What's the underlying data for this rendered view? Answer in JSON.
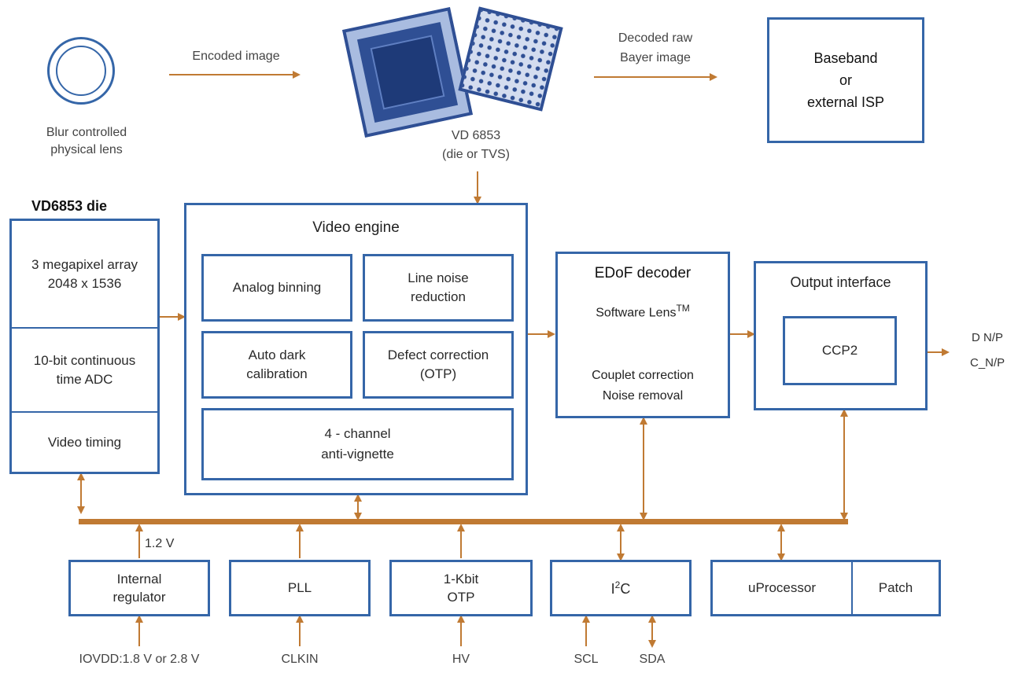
{
  "top": {
    "lens_label": "Blur controlled physical lens",
    "encoded_label": "Encoded image",
    "chip_label_1": "VD 6853",
    "chip_label_2": "(die or TVS)",
    "decoded_label_1": "Decoded raw",
    "decoded_label_2": "Bayer image",
    "baseband_1": "Baseband",
    "baseband_2": "or",
    "baseband_3": "external ISP"
  },
  "die": {
    "title": "VD6853 die",
    "array_1": "3 megapixel array",
    "array_2": "2048 x 1536",
    "adc_1": "10-bit continuous",
    "adc_2": "time ADC",
    "timing": "Video timing"
  },
  "video_engine": {
    "title": "Video engine",
    "analog": "Analog binning",
    "line_noise_1": "Line noise",
    "line_noise_2": "reduction",
    "auto_dark_1": "Auto dark",
    "auto_dark_2": "calibration",
    "defect_1": "Defect correction",
    "defect_2": "(OTP)",
    "vignette_1": "4 - channel",
    "vignette_2": "anti-vignette"
  },
  "edof": {
    "title": "EDoF decoder",
    "software_lens": "Software Lens",
    "tm": "TM",
    "couplet": "Couplet correction",
    "noise": "Noise removal"
  },
  "output": {
    "title": "Output interface",
    "ccp2": "CCP2",
    "dnp": "D N/P",
    "cnp": "C_N/P"
  },
  "bottom": {
    "reg_1": "Internal",
    "reg_2": "regulator",
    "v12": "1.2 V",
    "pll": "PLL",
    "otp_1": "1-Kbit",
    "otp_2": "OTP",
    "i2c_base": "I",
    "i2c_sup": "2",
    "i2c_tail": "C",
    "uproc": "uProcessor",
    "patch": "Patch",
    "iovdd": "IOVDD:1.8 V or 2.8 V",
    "clkin": "CLKIN",
    "hv": "HV",
    "scl": "SCL",
    "sda": "SDA"
  },
  "colors": {
    "box_border": "#3566a8",
    "arrow": "#c07a33",
    "chip_blue": "#2f4f94"
  }
}
